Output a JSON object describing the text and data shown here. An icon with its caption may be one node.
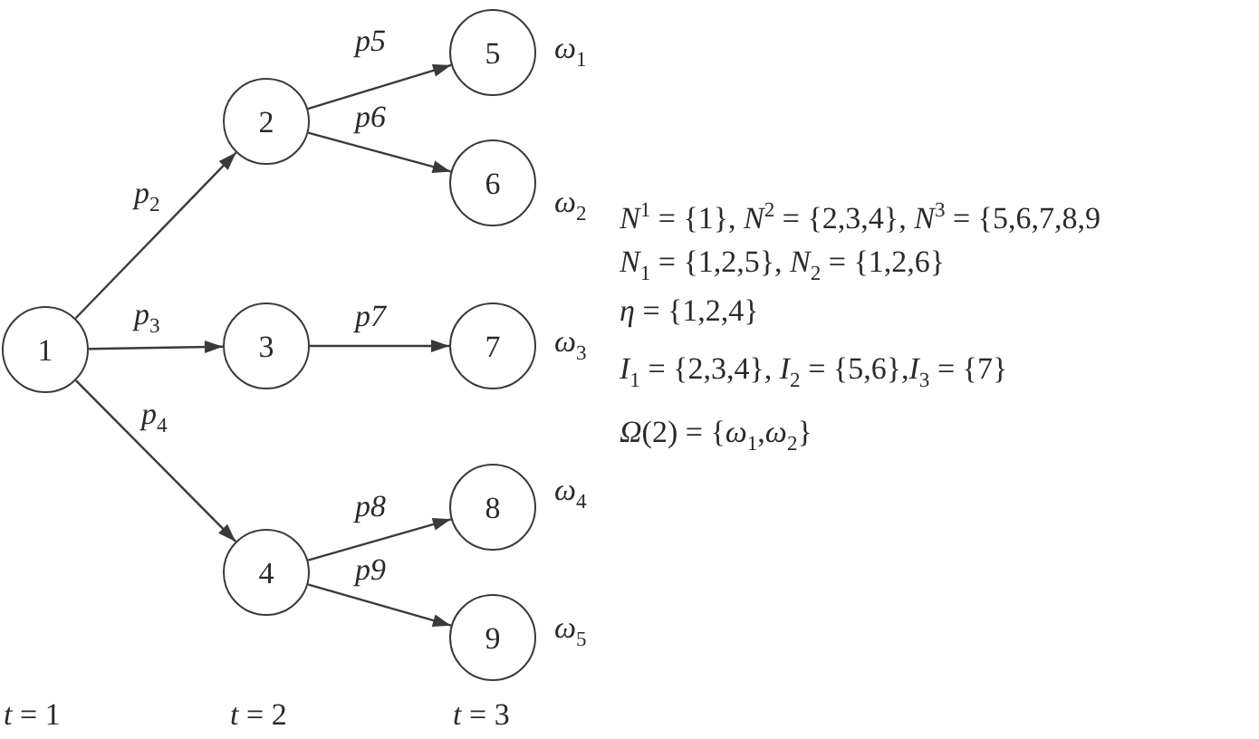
{
  "diagram": {
    "nodes": [
      {
        "text": [
          "1"
        ]
      },
      {
        "text": [
          "2"
        ]
      },
      {
        "text": [
          "3"
        ]
      },
      {
        "text": [
          "4"
        ]
      },
      {
        "text": [
          "5"
        ],
        "beside": [
          "ω$_{1}$"
        ]
      },
      {
        "text": [
          "6"
        ],
        "beside": [
          "ω$_{2}$"
        ]
      },
      {
        "text": [
          "7"
        ],
        "beside": [
          "ω$_{3}$"
        ]
      },
      {
        "text": [
          "8"
        ],
        "beside": [
          "ω$_{4}$"
        ]
      },
      {
        "text": [
          "9"
        ],
        "beside": [
          "ω$_{5}$"
        ]
      }
    ],
    "edges": [
      {
        "from": 0,
        "to": 1,
        "arrow": "to",
        "label": "p$_{2}$"
      },
      {
        "from": 0,
        "to": 2,
        "arrow": "to",
        "label": "p$_{3}$"
      },
      {
        "from": 0,
        "to": 3,
        "arrow": "to",
        "label": "p$_{4}$"
      },
      {
        "from": 1,
        "to": 4,
        "arrow": "to",
        "label": "p5"
      },
      {
        "from": 1,
        "to": 5,
        "arrow": "to",
        "label": "p6"
      },
      {
        "from": 2,
        "to": 6,
        "arrow": "to",
        "label": "p7"
      },
      {
        "from": 3,
        "to": 7,
        "arrow": "to",
        "label": "p8"
      },
      {
        "from": 3,
        "to": 8,
        "arrow": "to",
        "label": "p9"
      }
    ],
    "labels": [
      "*N*$^{1}$ = {1}, *N*$^{2}$ = {2,3,4}, *N*$^{3}$ = {5,6,7,8,9",
      "*N*$_{1}$ = {1,2,5}, *N*$_{2}$ = {1,2,6}",
      "*η* = {1,2,4}",
      "*I*$_{1}$ = {2,3,4}, *I*$_{2}$ = {5,6},*I*$_{3}$ = {7}",
      "*Ω*(2) = {*ω*$_{1}$,*ω*$_{2}$}",
      "*t* = 1",
      "*t* = 2",
      "*t* = 3"
    ]
  }
}
